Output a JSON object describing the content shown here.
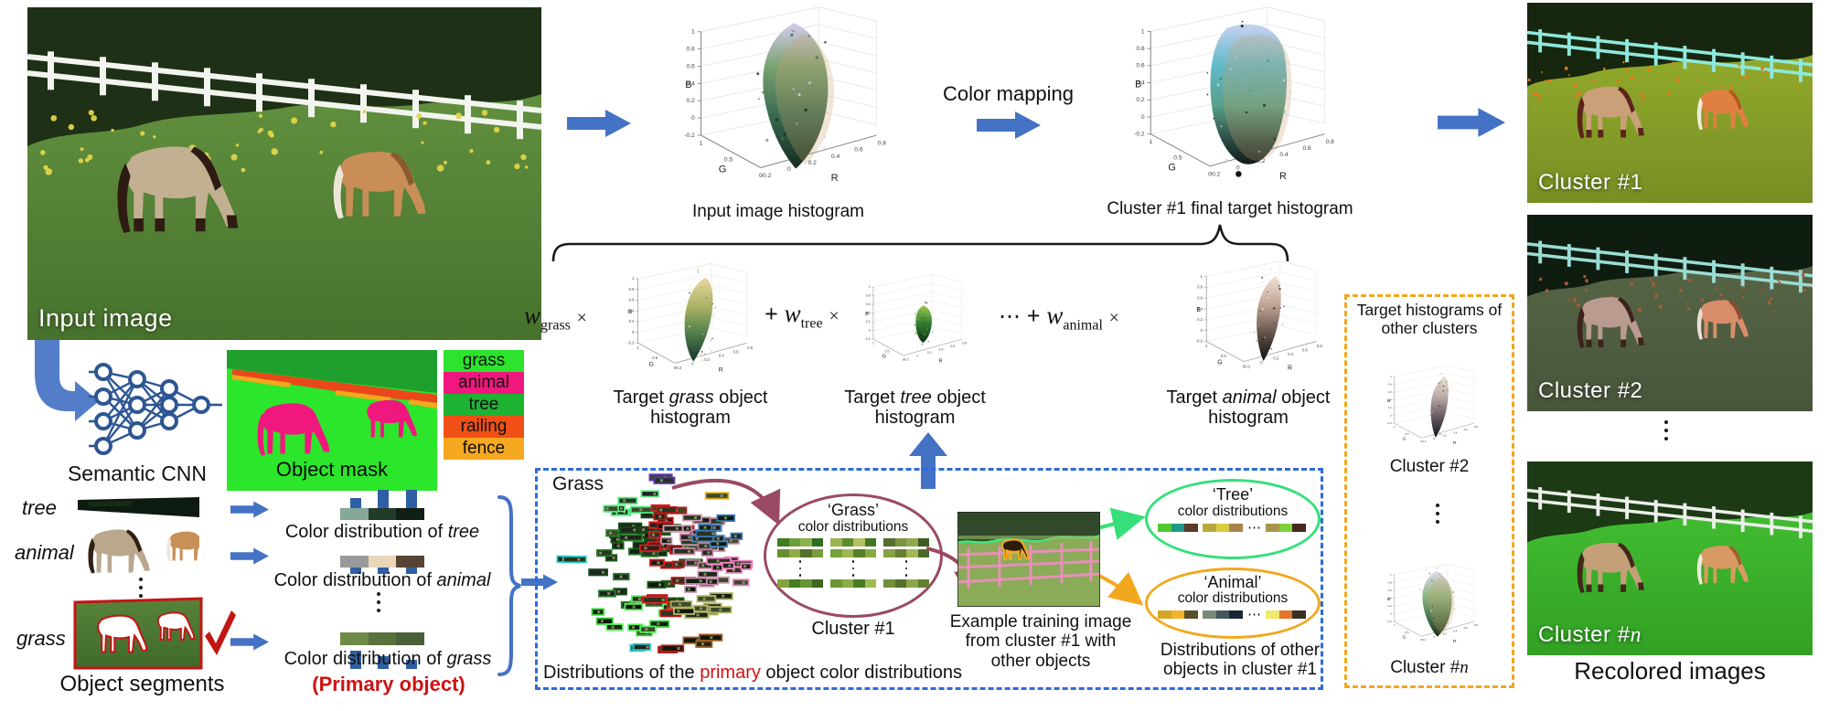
{
  "input_image": {
    "label": "Input image"
  },
  "semantic_cnn": {
    "label": "Semantic CNN"
  },
  "object_mask": {
    "label": "Object mask"
  },
  "legend": [
    {
      "label": "grass",
      "color": "#2de32d"
    },
    {
      "label": "animal",
      "color": "#f0187e"
    },
    {
      "label": "tree",
      "color": "#1fb334"
    },
    {
      "label": "railing",
      "color": "#f05015"
    },
    {
      "label": "fence",
      "color": "#f6a820"
    }
  ],
  "segments": {
    "tree": "tree",
    "animal": "animal",
    "grass": "grass",
    "caption": "Object segments"
  },
  "distributions": {
    "prefix": "Color distribution of ",
    "tree": "tree",
    "animal": "animal",
    "grass": "grass",
    "primary": "(Primary object)",
    "tree_bars": [
      0.55,
      1,
      1
    ],
    "animal_bars": [
      0.5,
      0.85,
      1
    ],
    "grass_bars": [
      1,
      0.72,
      0.5
    ]
  },
  "plots": {
    "xlabel": "R",
    "ylabel": "G",
    "zlabel": "B",
    "b_ticks": [
      "1",
      "0.8",
      "0.6",
      "0.4",
      "0.2",
      "0",
      "-0.2"
    ],
    "g_ticks": [
      "1",
      "0.5",
      "0"
    ],
    "r_ticks": [
      "-0.2",
      "0",
      "0.2",
      "0.4",
      "0.6",
      "0.8"
    ]
  },
  "captions": {
    "input_hist": "Input image histogram",
    "color_mapping": "Color mapping",
    "cluster1_hist": "Cluster #1 final target histogram",
    "grass_t1": "Target ",
    "grass_em": "grass",
    "grass_t2": " object",
    "tree_t1": "Target ",
    "tree_em": "tree",
    "tree_t2": " object",
    "animal_t1": "Target ",
    "animal_em": "animal",
    "animal_t2": " object",
    "hist2": "histogram",
    "recolored": "Recolored images"
  },
  "formula": {
    "w": "w",
    "grass": "grass",
    "tree": "tree",
    "animal": "animal",
    "times": "×",
    "plus": "+",
    "cdots": "⋯"
  },
  "grass_box": {
    "grass_label": "Grass",
    "ellipse_title_1": "‘Grass’",
    "ellipse_title_2": "color distributions",
    "cluster1": "Cluster #1",
    "training_1": "Example training image",
    "training_2": "from cluster #1 with",
    "training_3": "other objects",
    "tree_title_1": "‘Tree’",
    "tree_title_2": "color distributions",
    "animal_title_1": "‘Animal’",
    "animal_title_2": "color distributions",
    "others_1": "Distributions of other",
    "others_2": "objects in cluster #1",
    "bottom_1": "Distributions  of  the ",
    "bottom_em": "primary",
    "bottom_2": " object color distributions",
    "hdots": "⋯"
  },
  "cluster_box": {
    "title_1": "Target histograms of",
    "title_2": "other clusters",
    "cluster2": "Cluster #2",
    "clusterN_pre": "Cluster #",
    "clusterN_n": "n"
  },
  "recolored_labels": {
    "c1": "Cluster #1",
    "c2": "Cluster #2",
    "cn_pre": "Cluster #",
    "cn_n": "n"
  },
  "swatches": {
    "tree_dist": [
      "#86a898",
      "#223c2a",
      "#101f16"
    ],
    "animal_dist": [
      "#9a9a9a",
      "#e9d6bb",
      "#584434"
    ],
    "grass_dist": [
      "#6d8a49",
      "#59713d",
      "#49603a"
    ],
    "grass_cluster": [
      [
        [
          "#3e7c21",
          "#6aa038",
          "#8cb24c",
          "#2f6e1e"
        ],
        [
          "#688e32",
          "#92aa48",
          "#52702a",
          "#7a9c3e"
        ],
        [
          "#84a23e",
          "#477c24",
          "#689234",
          "#3a691f"
        ]
      ],
      [
        [
          "#9ab44e",
          "#5c8a2c",
          "#b2c25e",
          "#427a22"
        ],
        [
          "#76a23a",
          "#9cb852",
          "#568028",
          "#86aa42"
        ],
        [
          "#6c9636",
          "#8cae48",
          "#4a7a24",
          "#a0ba54"
        ]
      ],
      [
        [
          "#566e2e",
          "#7a9440",
          "#92a84e",
          "#3e5c22"
        ],
        [
          "#88a046",
          "#647e34",
          "#a4b858",
          "#4a6a28"
        ],
        [
          "#748e3a",
          "#556f2c",
          "#8ea64a",
          "#62802f"
        ]
      ]
    ],
    "tree_cluster": [
      [
        "#52c832",
        "#1e9a86",
        "#5c3a26"
      ],
      [
        "#b8a83e",
        "#d6cc40",
        "#a8824a"
      ],
      [
        "#a8944a",
        "#7ed23c",
        "#46281c"
      ]
    ],
    "animal_cluster": [
      [
        "#d8a626",
        "#f2b32a",
        "#5a5128"
      ],
      [
        "#7a8a7a",
        "#44585a",
        "#1a2634"
      ],
      [
        "#f0e86a",
        "#e0762a",
        "#383024"
      ]
    ]
  }
}
